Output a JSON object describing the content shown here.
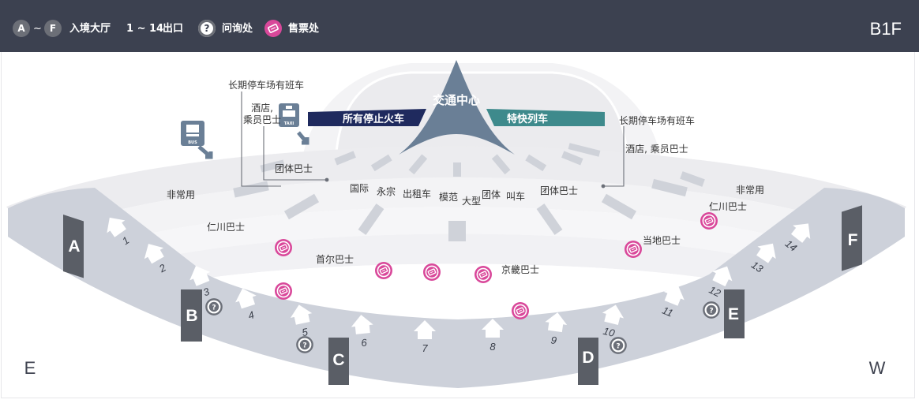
{
  "header": {
    "gate_from": "A",
    "range_sep": "~",
    "gate_to": "F",
    "gate_legend": "入境大厅",
    "exit_range": "1 ~ 14",
    "exit_legend": "出口",
    "info_icon_text": "?",
    "info_legend": "问询处",
    "ticket_legend": "售票处",
    "floor": "B1F"
  },
  "directions": {
    "left": "E",
    "right": "W"
  },
  "center": {
    "title": "交通中心",
    "left_banner": "所有停止火车",
    "right_banner": "特快列车"
  },
  "labels": {
    "long_term_left": "长期停车场有班车",
    "hotel_left_1": "酒店,",
    "hotel_left_2": "乘员巴士",
    "long_term_right": "长期停车场有班车",
    "hotel_right": "酒店, 乘员巴士",
    "group_bus_left": "团体巴士",
    "international": "国际",
    "yongzong": "永宗",
    "taxi": "出租车",
    "model": "模范",
    "large": "大型",
    "group": "团体",
    "call_taxi": "叫车",
    "group_bus_right": "团体巴士",
    "emergency_left": "非常用",
    "emergency_right": "非常用",
    "incheon_bus_left": "仁川巴士",
    "incheon_bus_right": "仁川巴士",
    "seoul_bus": "首尔巴士",
    "gyeonggi_bus": "京畿巴士",
    "local_bus": "当地巴士"
  },
  "transport_icons": {
    "bus": "BUS",
    "taxi": "TAXI"
  },
  "gates": [
    "A",
    "B",
    "C",
    "D",
    "E",
    "F"
  ],
  "exits": [
    "1",
    "2",
    "3",
    "4",
    "5",
    "6",
    "7",
    "8",
    "9",
    "10",
    "11",
    "12",
    "13",
    "14"
  ],
  "icons": {
    "info": "question-mark-in-circle",
    "ticket": "ticket-in-pink-circle",
    "bus": "bus-icon",
    "taxi": "taxi-icon"
  },
  "colors": {
    "header_bg": "#3c4150",
    "navy_banner": "#1f2a5e",
    "teal_banner": "#3e8a8c",
    "center_peak": "#6a7f96",
    "gate_dark": "#5a5e66",
    "ticket_pink": "#d9489a",
    "outer_band": "#cdd1da"
  }
}
